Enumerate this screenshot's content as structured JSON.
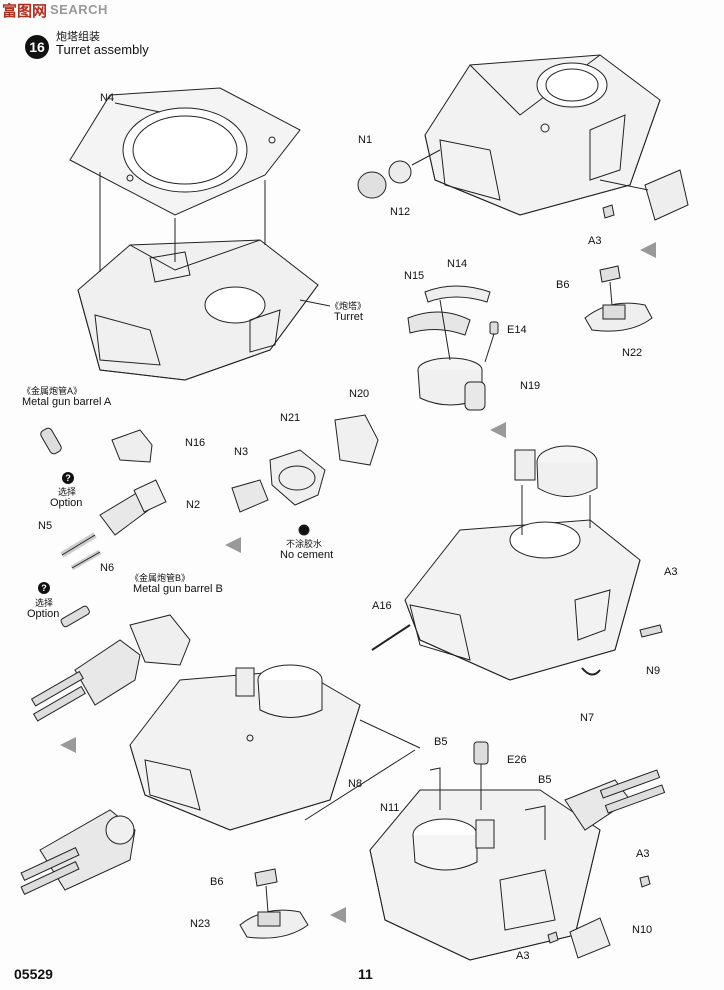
{
  "watermark": {
    "a": "富图网",
    "b": "SEARCH"
  },
  "step": {
    "number": "16",
    "title_cn": "炮塔组装",
    "title_en": "Turret assembly"
  },
  "labels": {
    "N4": "N4",
    "N1": "N1",
    "N12": "N12",
    "A3_1": "A3",
    "N15": "N15",
    "N14": "N14",
    "E14": "E14",
    "N19": "N19",
    "B6_1": "B6",
    "N22": "N22",
    "turret_cn": "《炮塔》",
    "turret_en": "Turret",
    "barrelA_cn": "《金属炮管A》",
    "barrelA_en": "Metal gun barrel A",
    "N16": "N16",
    "option1_cn": "选择",
    "option1_en": "Option",
    "N2": "N2",
    "N5": "N5",
    "N6": "N6",
    "barrelB_cn": "《金属炮管B》",
    "barrelB_en": "Metal gun barrel B",
    "option2_cn": "选择",
    "option2_en": "Option",
    "N21": "N21",
    "N20": "N20",
    "N3": "N3",
    "nocement_cn": "不涂胶水",
    "nocement_en": "No cement",
    "A3_2": "A3",
    "A16": "A16",
    "N9": "N9",
    "N7": "N7",
    "N8": "N8",
    "N11": "N11",
    "B5_1": "B5",
    "E26": "E26",
    "B5_2": "B5",
    "A3_3": "A3",
    "B6_2": "B6",
    "N23": "N23",
    "N10": "N10",
    "A3_4": "A3"
  },
  "footer": {
    "code": "05529",
    "page": "11"
  }
}
